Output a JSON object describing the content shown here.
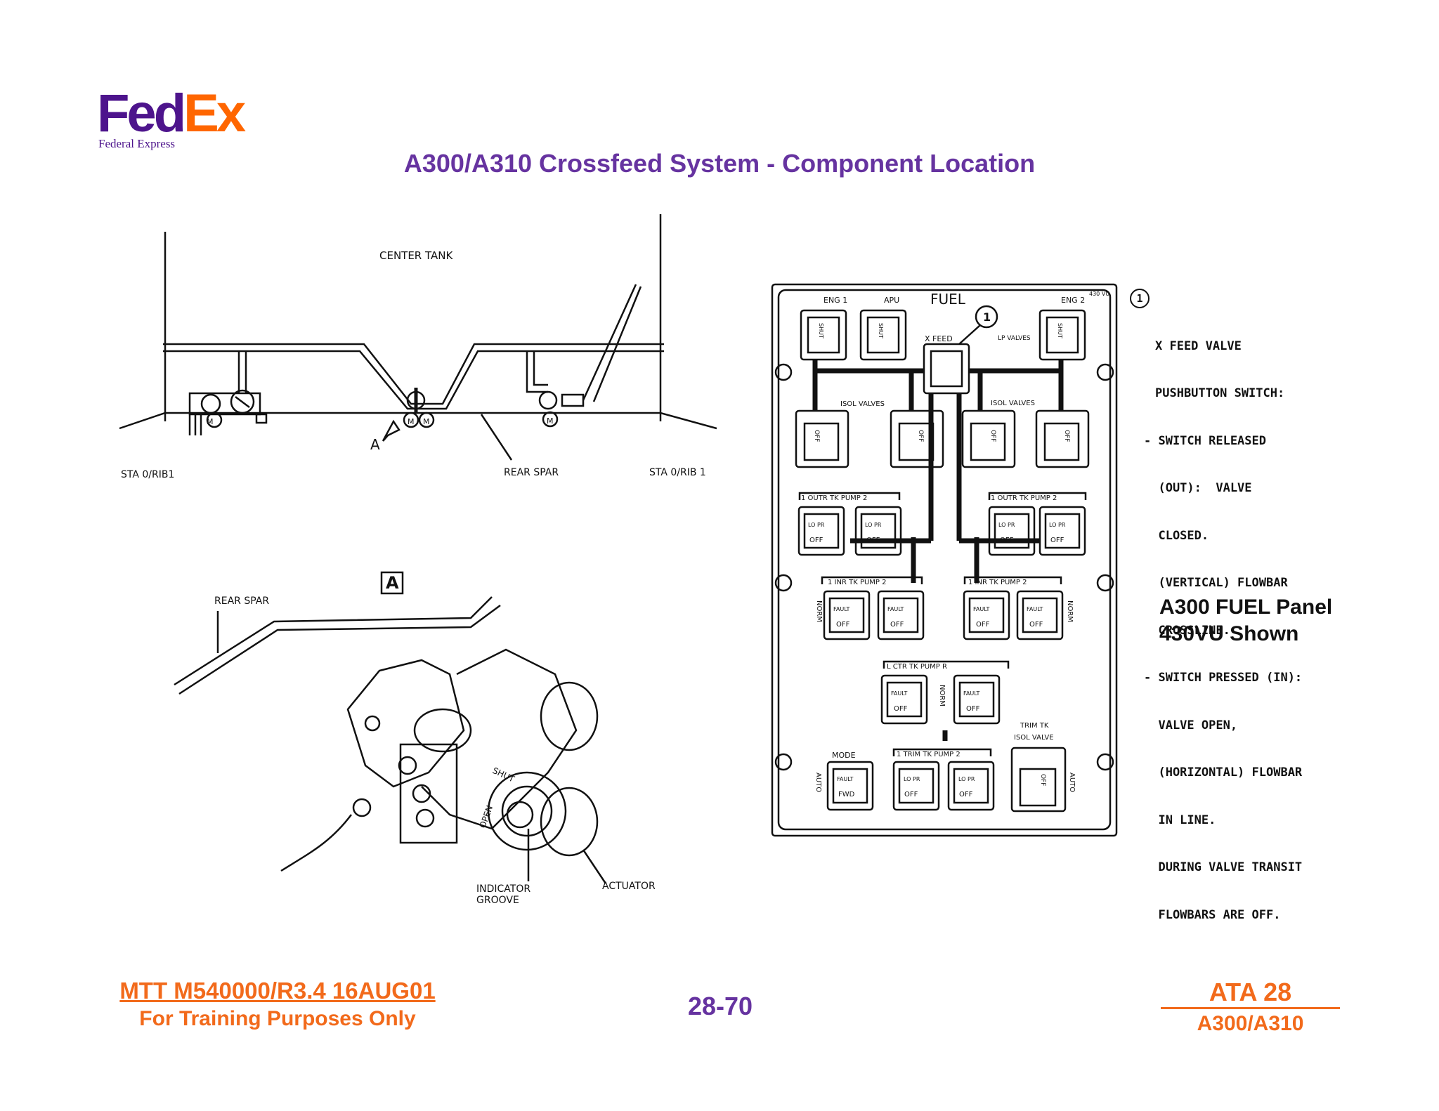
{
  "logo": {
    "brand_fed": "Fed",
    "brand_ex": "Ex",
    "tagline": "Federal Express",
    "fed_color": "#4d148c",
    "ex_color": "#ff6600"
  },
  "title": "A300/A310 Crossfeed System - Component Location",
  "fuel_system_diagram": {
    "labels": {
      "center_tank": "CENTER TANK",
      "sta_left": "STA 0/RIB1",
      "sta_right": "STA 0/RIB 1",
      "rear_spar": "REAR SPAR",
      "view_pointer": "A",
      "motor": "M"
    }
  },
  "valve_detail": {
    "view_label": "A",
    "rear_spar": "REAR SPAR",
    "indicator_groove_1": "INDICATOR",
    "indicator_groove_2": "GROOVE",
    "actuator": "ACTUATOR",
    "shut": "SHUT",
    "open": "OPEN"
  },
  "fuel_panel": {
    "title": "FUEL",
    "callout": "1",
    "eng1": "ENG 1",
    "apu": "APU",
    "eng2": "ENG 2",
    "panel_ref": "430 VU",
    "shut": "SHUT",
    "x_feed": "X FEED",
    "lp_valves": "LP VALVES",
    "isol_valves": "ISOL VALVES",
    "outr_tk_pump_left": "1 OUTR TK PUMP 2",
    "outr_tk_pump_right": "1 OUTR TK PUMP 2",
    "inr_tk_pump_left": "1 INR TK PUMP 2",
    "inr_tk_pump_right": "1 INR TK PUMP 2",
    "ctr_tk_pump": "L CTR TK PUMP R",
    "trim_tk_isol_valve_1": "TRIM TK",
    "trim_tk_isol_valve_2": "ISOL VALVE",
    "trim_tk_pump": "1 TRIM TK PUMP 2",
    "mode": "MODE",
    "lo_pr": "LO PR",
    "fault": "FAULT",
    "off": "OFF",
    "fwd": "FWD",
    "norm": "NORM",
    "auto": "AUTO"
  },
  "notes": {
    "number": "1",
    "lines": [
      "X FEED VALVE",
      "PUSHBUTTON SWITCH:",
      "- SWITCH RELEASED",
      "  (OUT):  VALVE",
      "  CLOSED.",
      "  (VERTICAL) FLOWBAR",
      "  CROSSLINE.",
      "- SWITCH PRESSED (IN):",
      "  VALVE OPEN,",
      "  (HORIZONTAL) FLOWBAR",
      "  IN LINE.",
      "  DURING VALVE TRANSIT",
      "  FLOWBARS ARE OFF."
    ]
  },
  "panel_caption": {
    "line1": "A300 FUEL Panel",
    "line2": "430VU Shown"
  },
  "footer": {
    "doc_ref": "MTT M540000/R3.4 16AUG01",
    "training": "For Training Purposes Only",
    "page": "28-70",
    "ata": "ATA 28",
    "model": "A300/A310"
  }
}
